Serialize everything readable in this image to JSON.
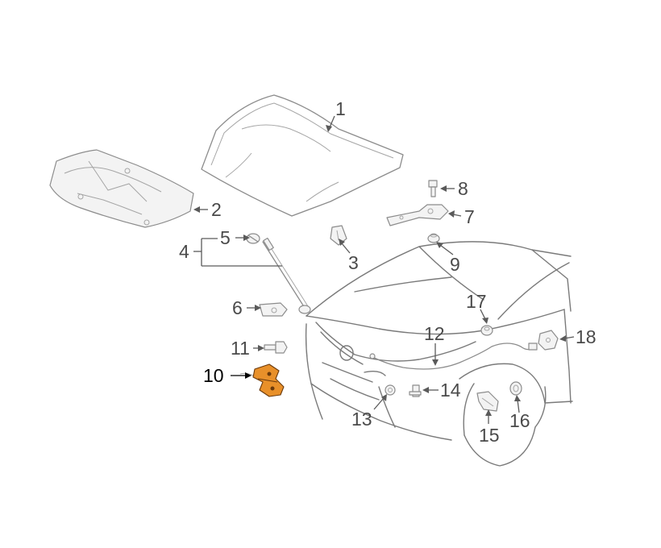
{
  "diagram": {
    "callouts": [
      {
        "id": "1",
        "label": "1",
        "highlight": false
      },
      {
        "id": "2",
        "label": "2",
        "highlight": false
      },
      {
        "id": "3",
        "label": "3",
        "highlight": false
      },
      {
        "id": "4",
        "label": "4",
        "highlight": false
      },
      {
        "id": "5",
        "label": "5",
        "highlight": false
      },
      {
        "id": "6",
        "label": "6",
        "highlight": false
      },
      {
        "id": "7",
        "label": "7",
        "highlight": false
      },
      {
        "id": "8",
        "label": "8",
        "highlight": false
      },
      {
        "id": "9",
        "label": "9",
        "highlight": false
      },
      {
        "id": "10",
        "label": "10",
        "highlight": true
      },
      {
        "id": "11",
        "label": "11",
        "highlight": false
      },
      {
        "id": "12",
        "label": "12",
        "highlight": false
      },
      {
        "id": "13",
        "label": "13",
        "highlight": false
      },
      {
        "id": "14",
        "label": "14",
        "highlight": false
      },
      {
        "id": "15",
        "label": "15",
        "highlight": false
      },
      {
        "id": "16",
        "label": "16",
        "highlight": false
      },
      {
        "id": "17",
        "label": "17",
        "highlight": false
      },
      {
        "id": "18",
        "label": "18",
        "highlight": false
      }
    ],
    "colors": {
      "background": "#ffffff",
      "line_art": "#8c8c8c",
      "callout_text": "#4a4a4a",
      "highlight_part": "#e8902a",
      "highlight_label": "#000000"
    }
  }
}
